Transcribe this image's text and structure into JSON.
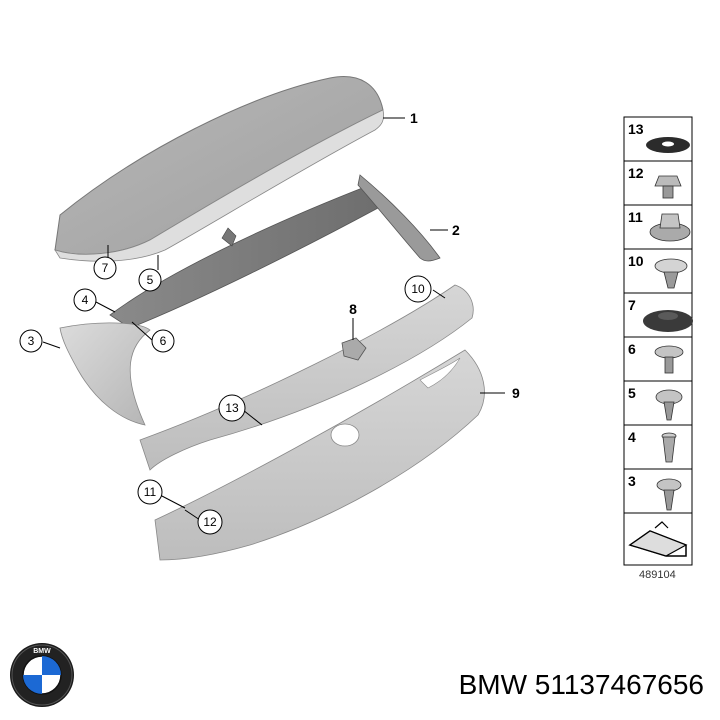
{
  "parts_diagram": {
    "callouts": {
      "c1": "1",
      "c2": "2",
      "c3": "3",
      "c4": "4",
      "c5": "5",
      "c6": "6",
      "c7": "7",
      "c8": "8",
      "c9": "9",
      "c10": "10",
      "c11": "11",
      "c12": "12",
      "c13": "13"
    },
    "legend": {
      "items": [
        "13",
        "12",
        "11",
        "10",
        "7",
        "6",
        "5",
        "4",
        "3"
      ]
    },
    "diagram_id": "489104"
  },
  "footer": {
    "brand_logo": "bmw-logo",
    "logo_letters": "BMW",
    "part_label": "BMW 51137467656"
  },
  "colors": {
    "part_fill": "#c9c9c9",
    "part_dark": "#7d7d7d",
    "line": "#000000"
  }
}
